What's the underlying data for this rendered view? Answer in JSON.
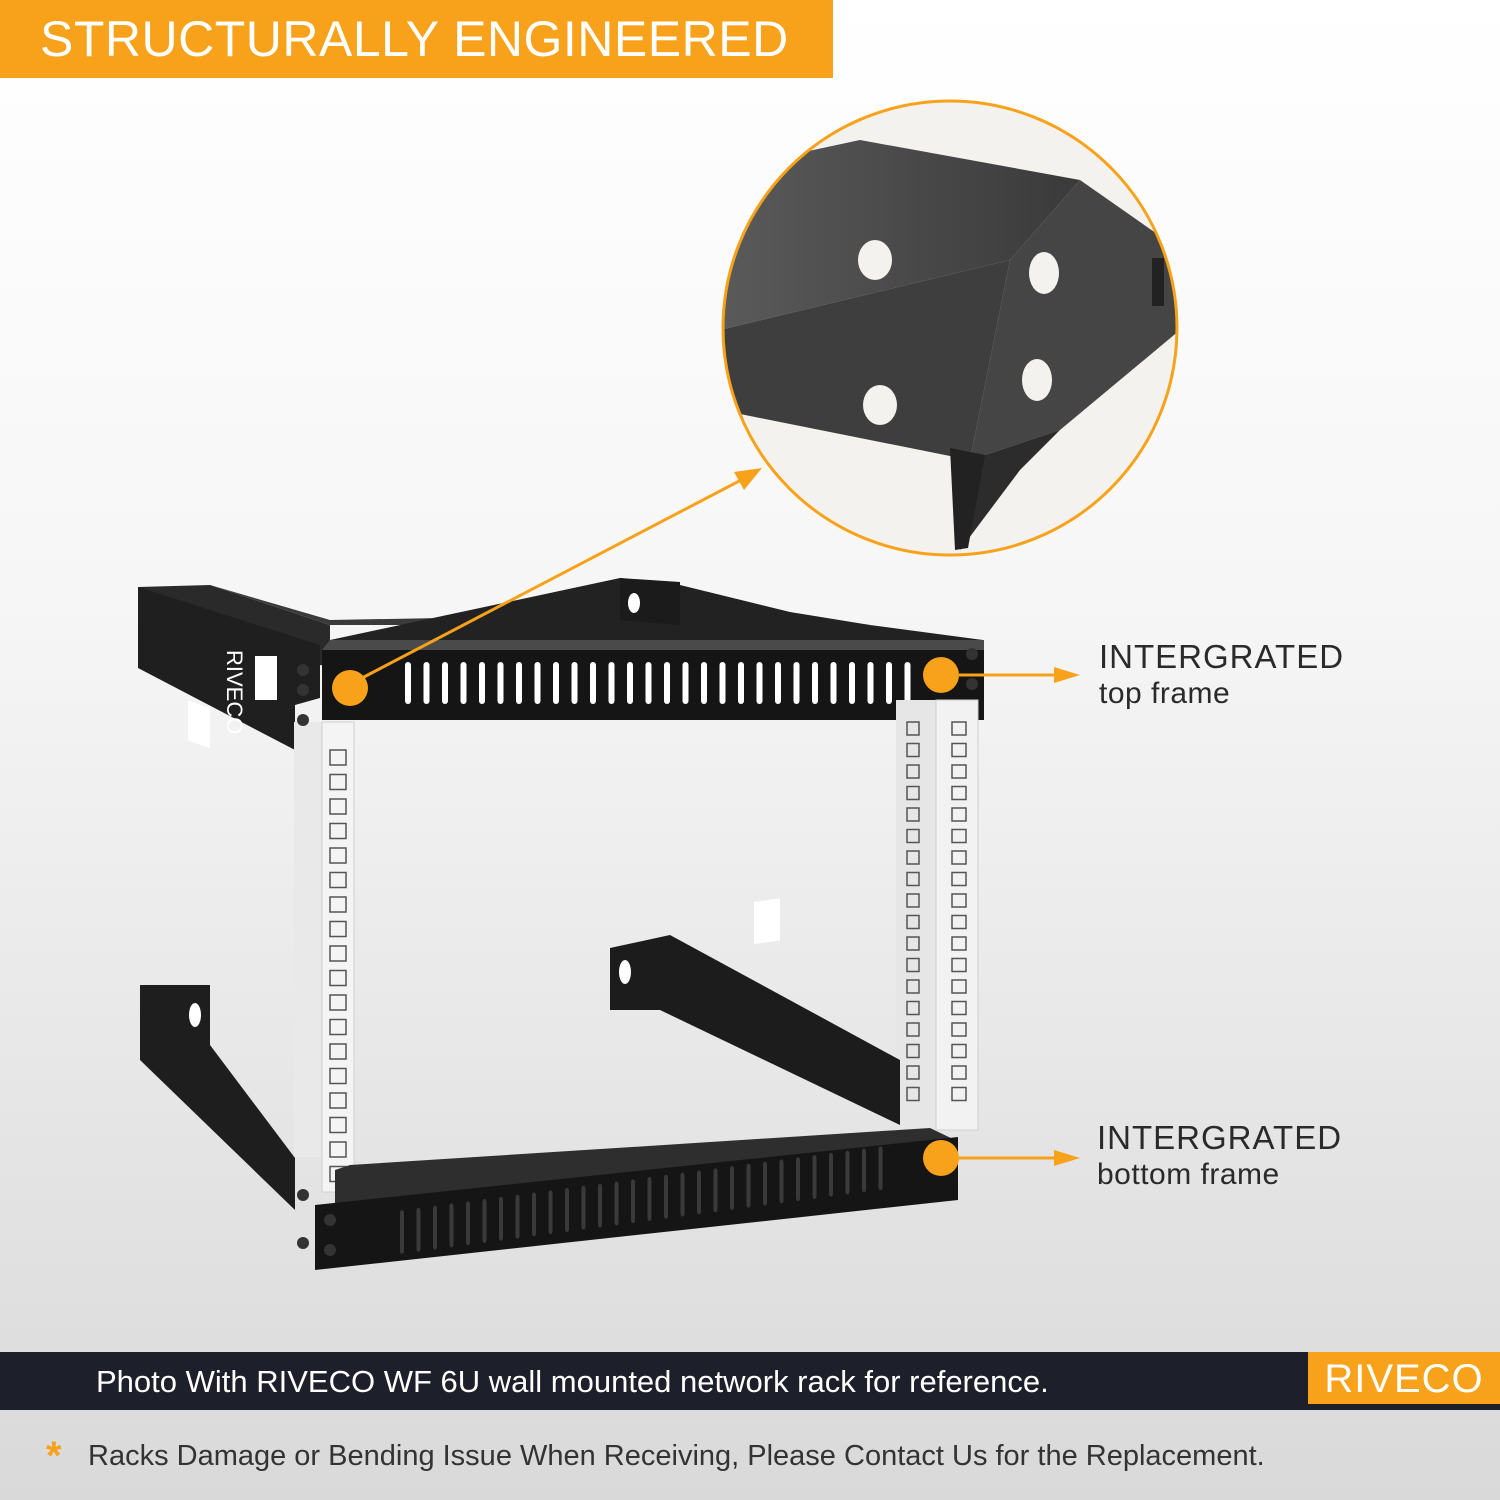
{
  "header": {
    "title": "STRUCTURALLY ENGINEERED"
  },
  "callouts": {
    "top": {
      "title": "INTERGRATED",
      "sub": "top frame"
    },
    "bottom": {
      "title": "INTERGRATED",
      "sub": "bottom frame"
    }
  },
  "caption": {
    "text": "Photo With RIVECO WF 6U wall mounted network rack for reference."
  },
  "brand": {
    "logo": "RIVECO",
    "rack_print": "RIVECO"
  },
  "notice": {
    "star": "*",
    "text": "Racks Damage or Bending Issue When Receiving, Please Contact Us for the Replacement."
  },
  "colors": {
    "accent": "#f7a21a",
    "dark_bar": "#1d1f2a",
    "rack": "#1a1a1a"
  },
  "icons": [
    "arrow-icon",
    "dot-marker-icon",
    "asterisk-icon"
  ]
}
